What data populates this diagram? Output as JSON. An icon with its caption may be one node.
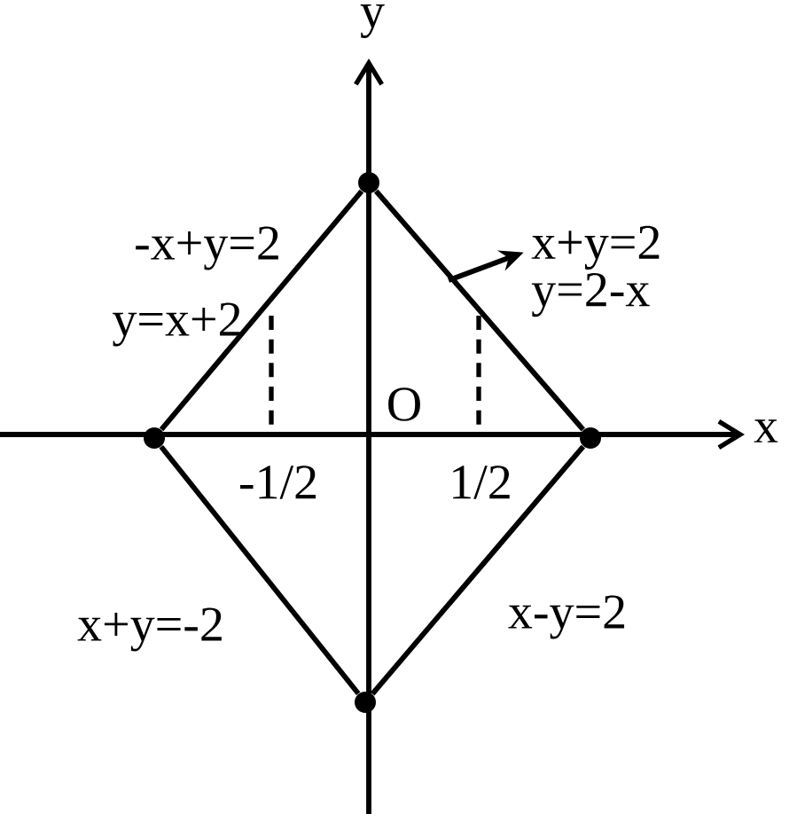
{
  "diagram": {
    "nodes": [
      {
        "text": [],
        "shape": "circle"
      },
      {
        "text": [],
        "shape": "circle"
      },
      {
        "text": [],
        "shape": "circle"
      },
      {
        "text": [],
        "shape": "circle"
      },
      {
        "text": [
          "x+y=2",
          "y=2-x"
        ]
      }
    ],
    "edges": [
      {
        "from": 0,
        "to": 1,
        "arrow": "none"
      },
      {
        "from": 0,
        "to": 2,
        "arrow": "none"
      },
      {
        "from": 1,
        "to": 3,
        "arrow": "none"
      },
      {
        "from": 2,
        "to": 3,
        "arrow": "none"
      },
      {
        "from": null,
        "to": 4,
        "arrow": "to"
      }
    ],
    "labels": [
      "y",
      "-x+y=2",
      "y=x+2",
      "O",
      "x",
      "-1/2",
      "1/2",
      "x+y=-2",
      "x-y=2"
    ]
  }
}
